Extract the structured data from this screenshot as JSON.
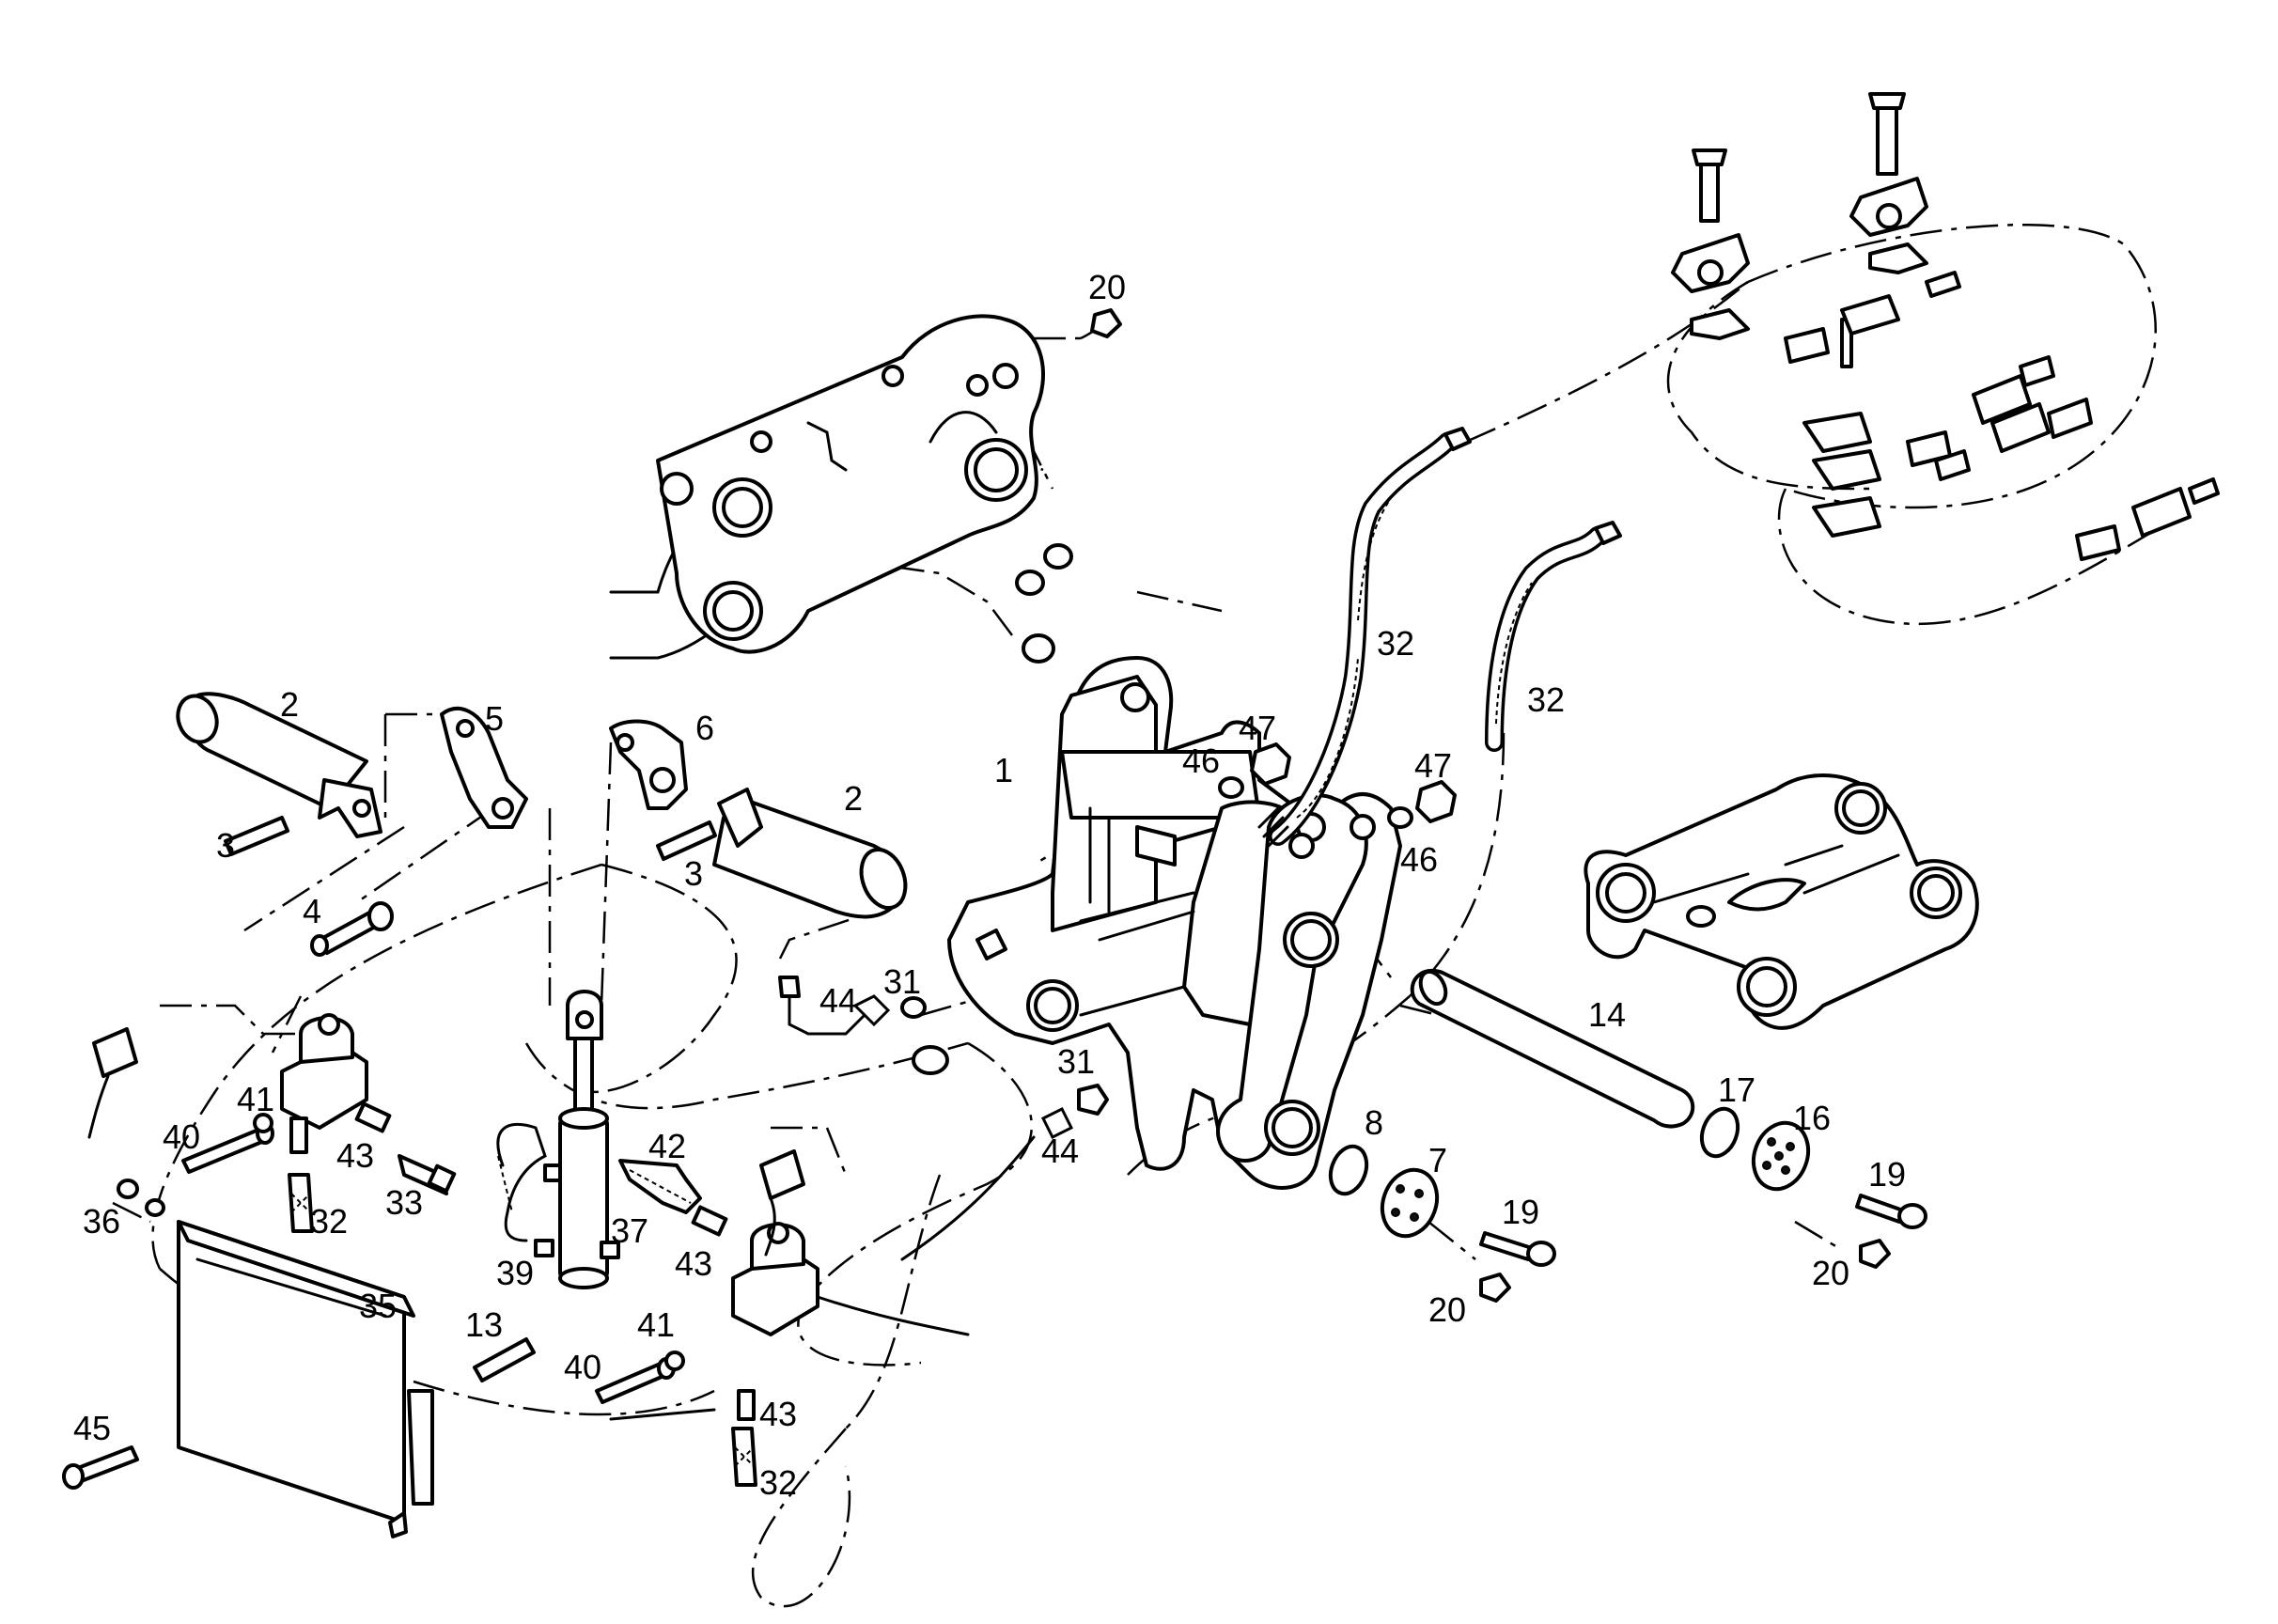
{
  "labels": {
    "l1": "1",
    "l2a": "2",
    "l2b": "2",
    "l3a": "3",
    "l3b": "3",
    "l4": "4",
    "l5": "5",
    "l6": "6",
    "l7": "7",
    "l8": "8",
    "l13": "13",
    "l14": "14",
    "l16": "16",
    "l17": "17",
    "l19a": "19",
    "l19b": "19",
    "l20a": "20",
    "l20b": "20",
    "l20c": "20",
    "l31a": "31",
    "l31b": "31",
    "l32a": "32",
    "l32b": "32",
    "l32c": "32",
    "l32d": "32",
    "l33": "33",
    "l35": "35",
    "l36": "36",
    "l37": "37",
    "l39": "39",
    "l40a": "40",
    "l40b": "40",
    "l41a": "41",
    "l41b": "41",
    "l42": "42",
    "l43a": "43",
    "l43b": "43",
    "l43c": "43",
    "l44a": "44",
    "l44b": "44",
    "l45": "45",
    "l46a": "46",
    "l46b": "46",
    "l47a": "47",
    "l47b": "47"
  },
  "colors": {
    "ink": "#000000",
    "paper": "#ffffff"
  }
}
